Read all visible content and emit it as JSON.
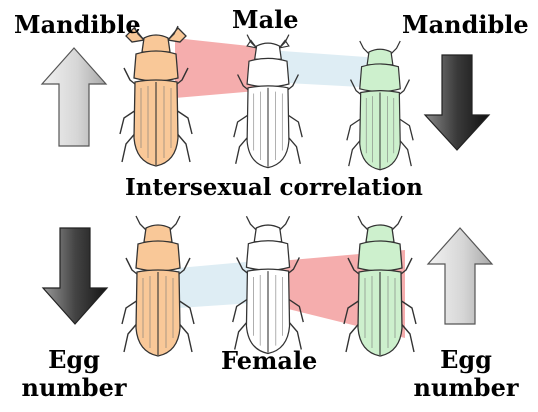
{
  "labels": {
    "mandible_left": "Mandible",
    "male": "Male",
    "mandible_right": "Mandible",
    "intersexual_correlation": "Intersexual correlation",
    "egg_left_line1": "Egg",
    "egg_left_line2": "number",
    "female": "Female",
    "egg_right_line1": "Egg",
    "egg_right_line2": "number"
  },
  "colors": {
    "beetle_orange": "#f9c898",
    "beetle_white": "#ffffff",
    "beetle_green": "#cdf0cd",
    "band_red": "#f4a4a4",
    "band_blue": "#dcecf3",
    "arrow_light": "#d9d9d9",
    "arrow_dark": "#2b2b2b"
  },
  "arrows": {
    "top_left": "up-arrow-light",
    "top_right": "down-arrow-dark",
    "bottom_left": "down-arrow-dark",
    "bottom_right": "up-arrow-light"
  }
}
